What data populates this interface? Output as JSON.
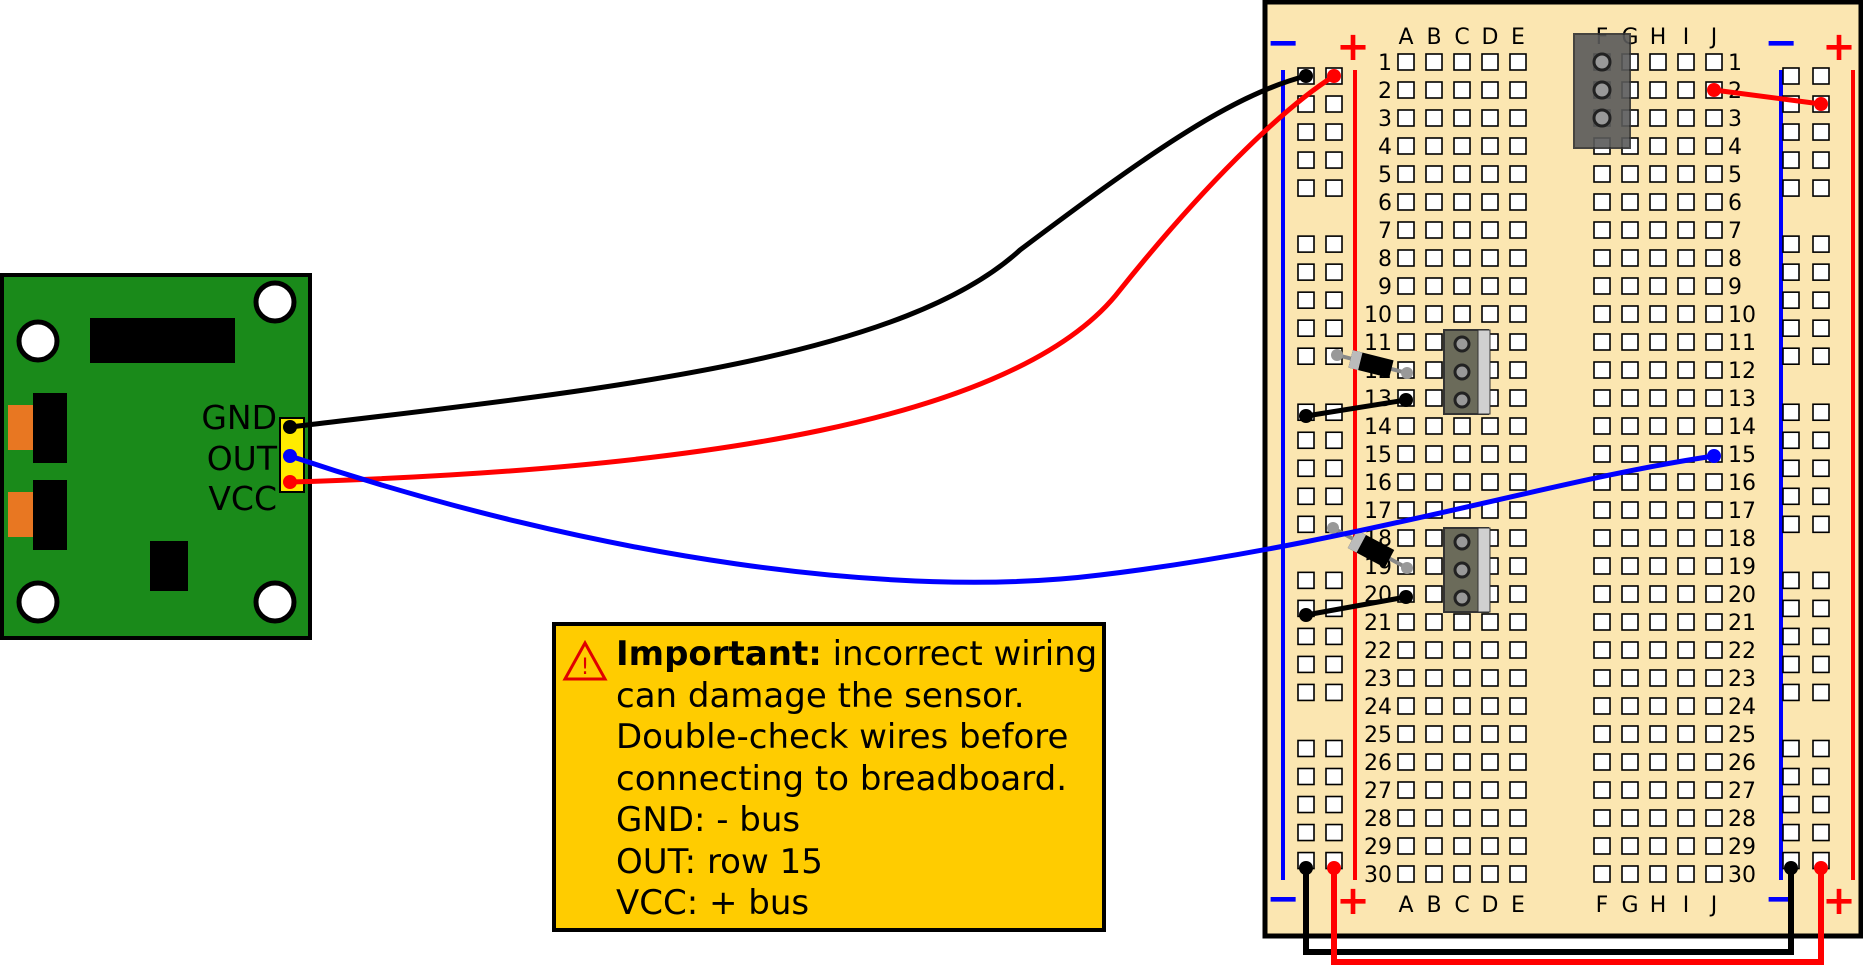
{
  "sensor": {
    "pins": [
      "GND",
      "OUT",
      "VCC"
    ]
  },
  "breadboard": {
    "columns_left": [
      "A",
      "B",
      "C",
      "D",
      "E"
    ],
    "columns_right": [
      "F",
      "G",
      "H",
      "I",
      "J"
    ],
    "rows": 30,
    "rail_minus": "−",
    "rail_plus": "+"
  },
  "warning": {
    "title": "Important:",
    "lines": [
      " incorrect wiring",
      "can damage the sensor.",
      "Double-check wires before",
      "connecting to breadboard.",
      "GND: - bus",
      "OUT: row 15",
      "VCC: + bus"
    ]
  },
  "colors": {
    "board": "#fbe6b1",
    "pcb": "#1a8a1a",
    "wire_gnd": "#000000",
    "wire_vcc": "#ff0000",
    "wire_out": "#0000ff",
    "rail_blue": "#0000ff",
    "rail_red": "#ff0000",
    "warning_bg": "#ffcc00"
  }
}
